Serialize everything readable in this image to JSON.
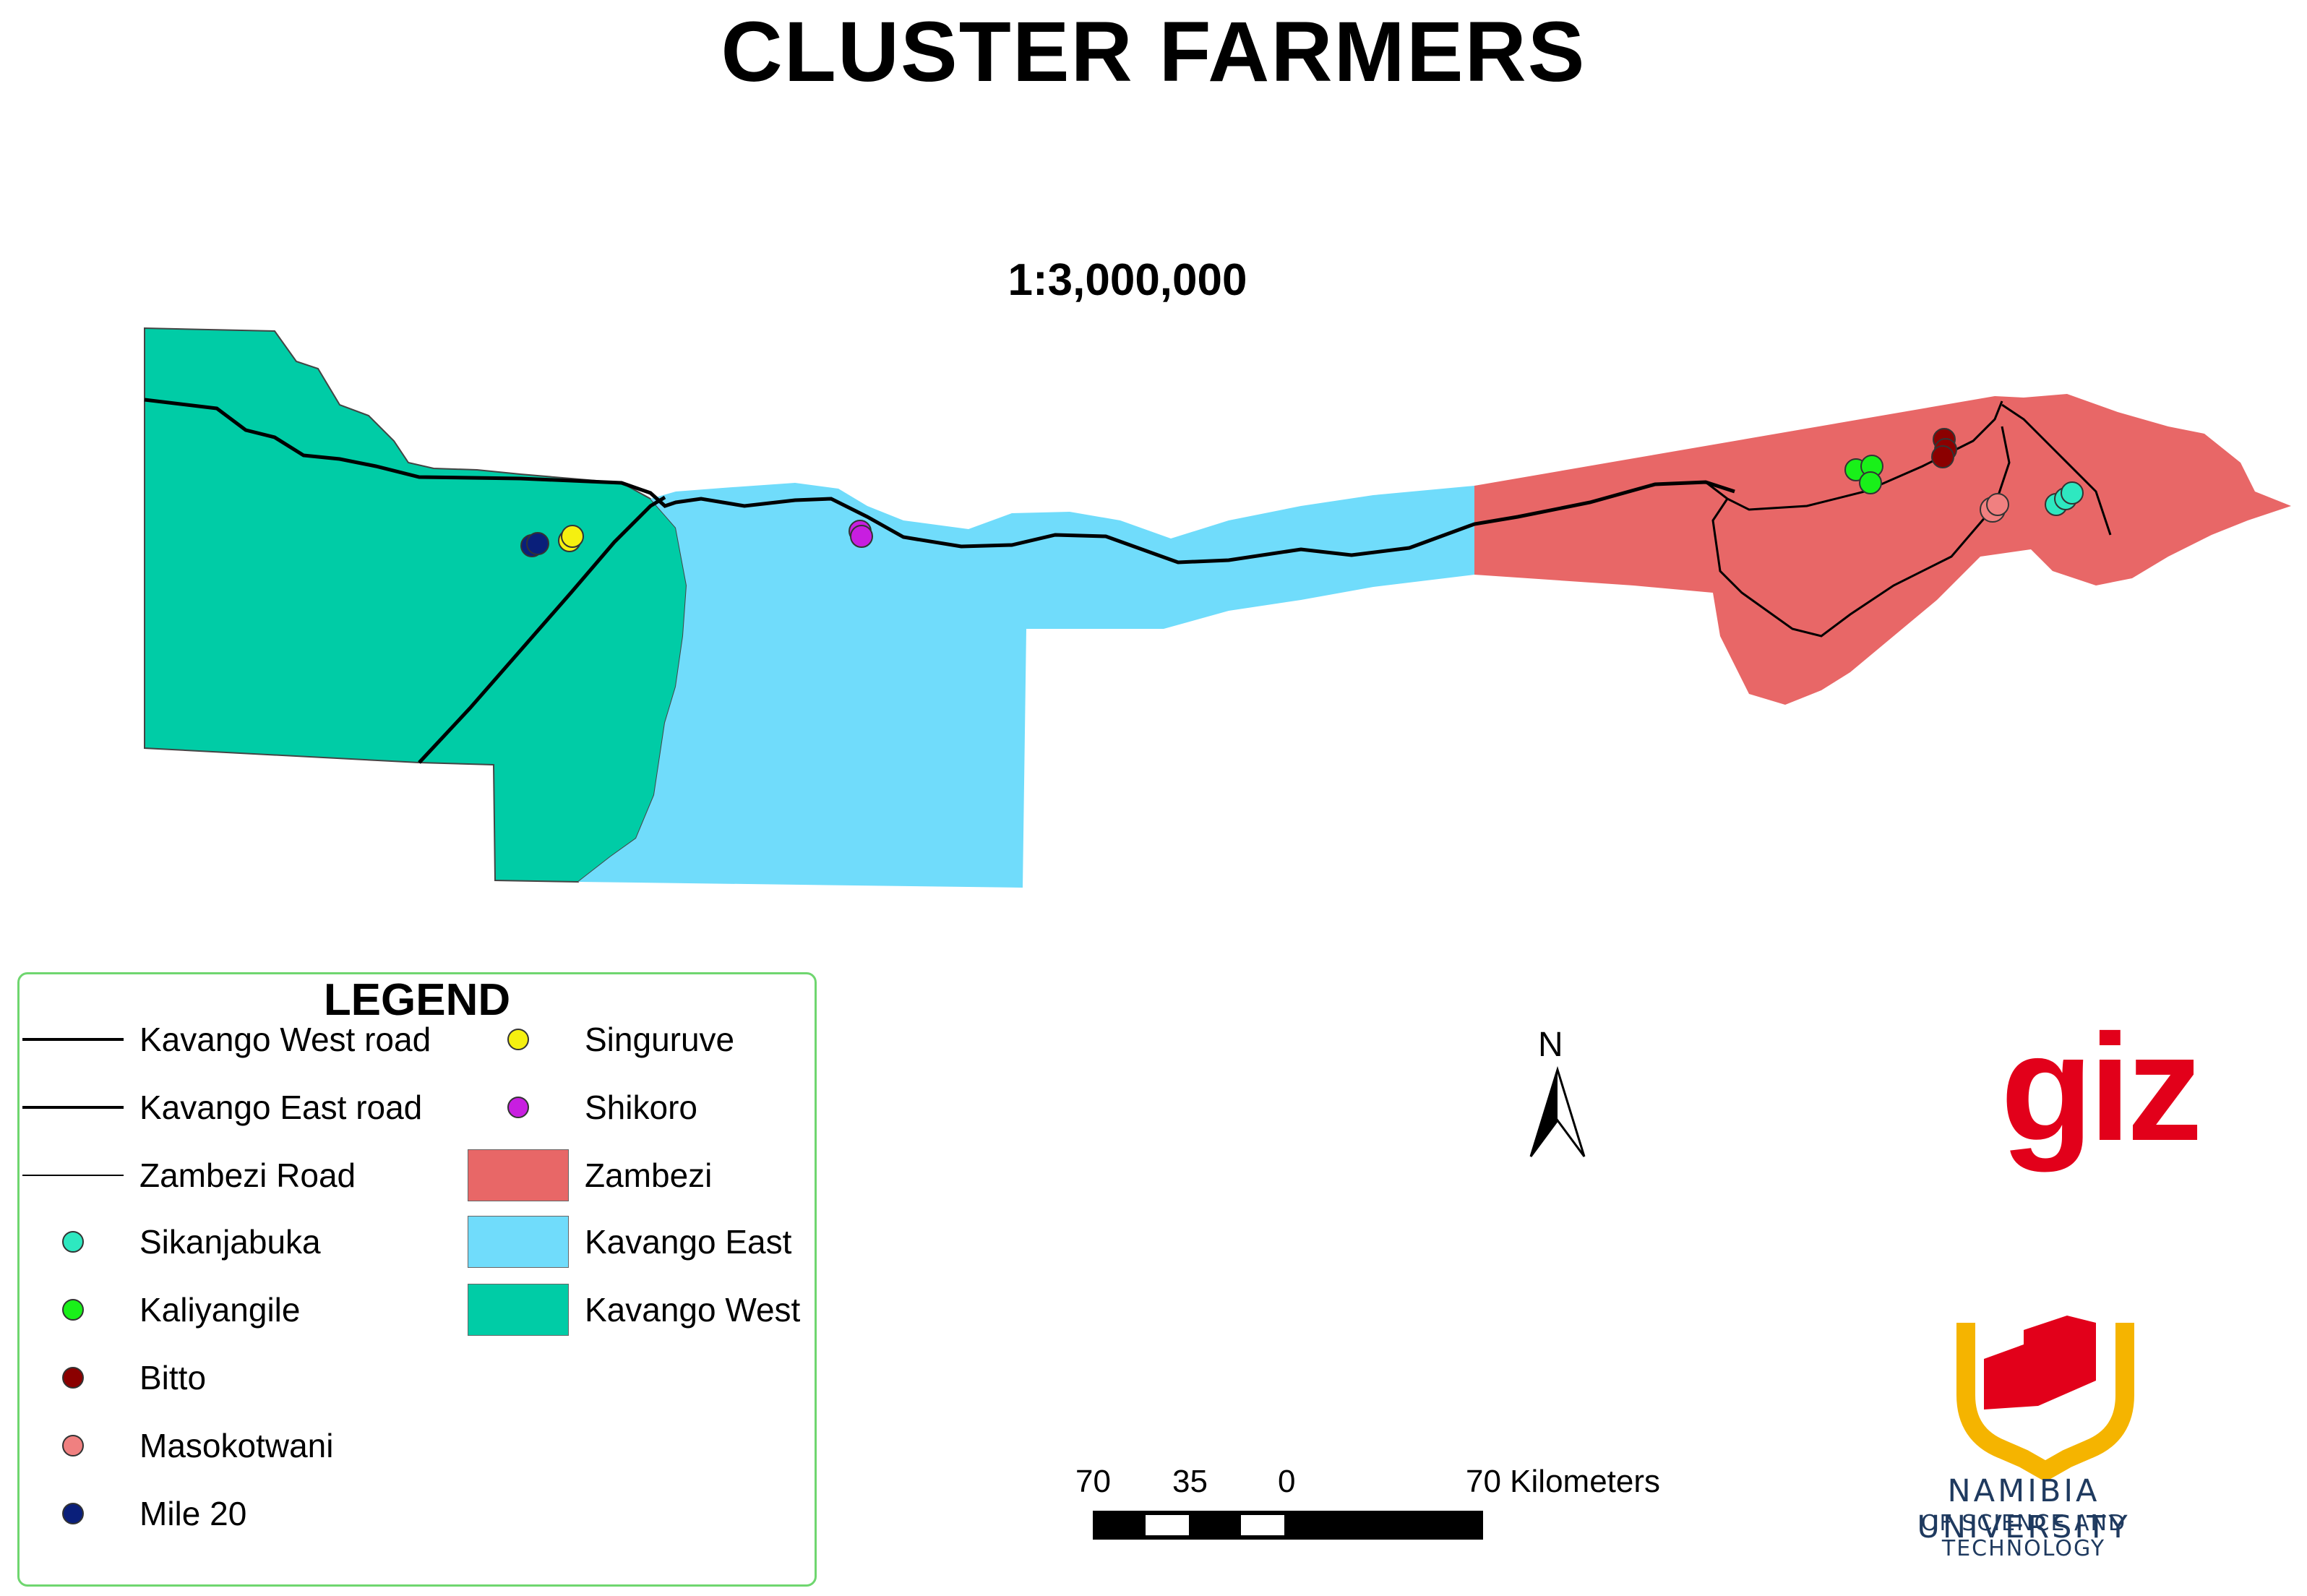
{
  "title": "CLUSTER FARMERS",
  "scale_ratio": "1:3,000,000",
  "colors": {
    "zambezi": "#e86767",
    "kavango_east": "#70dcfb",
    "kavango_west": "#00cca6",
    "road": "#000000",
    "legend_border": "#6fd66f",
    "giz_red": "#e2001a",
    "nust_navy": "#1f3a5f",
    "nust_gold": "#f5b400"
  },
  "legend": {
    "title": "LEGEND",
    "items": [
      {
        "type": "line",
        "label": "Kavango West road"
      },
      {
        "type": "line",
        "label": "Kavango East road"
      },
      {
        "type": "line-thin",
        "label": "Zambezi Road"
      },
      {
        "type": "point",
        "label": "Sikanjabuka",
        "color": "#2ee8c0"
      },
      {
        "type": "point",
        "label": "Kaliyangile",
        "color": "#19f019"
      },
      {
        "type": "point",
        "label": "Bitto",
        "color": "#8b0000"
      },
      {
        "type": "point",
        "label": "Masokotwani",
        "color": "#f08080"
      },
      {
        "type": "point",
        "label": "Mile 20",
        "color": "#0a1f7a"
      },
      {
        "type": "point",
        "label": "Singuruve",
        "color": "#f5f010"
      },
      {
        "type": "point",
        "label": "Shikoro",
        "color": "#c81ee0"
      },
      {
        "type": "patch",
        "label": "Zambezi",
        "color": "#e86767"
      },
      {
        "type": "patch",
        "label": "Kavango East",
        "color": "#70dcfb"
      },
      {
        "type": "patch",
        "label": "Kavango West",
        "color": "#00cca6"
      }
    ]
  },
  "north_arrow": {
    "label": "N",
    "icon": "north-arrow-icon"
  },
  "scale_bar": {
    "labels": [
      "70",
      "35",
      "0",
      "70 Kilometers"
    ]
  },
  "logos": {
    "giz": {
      "text": "giz"
    },
    "nust": {
      "name": "NAMIBIA UNIVERSITY",
      "subtitle": "OF SCIENCE AND TECHNOLOGY"
    }
  }
}
